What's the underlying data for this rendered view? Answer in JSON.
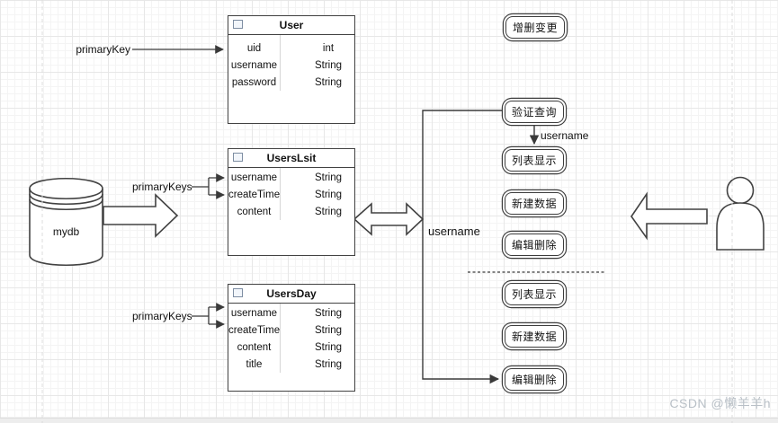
{
  "diagram": {
    "database": {
      "label": "mydb"
    },
    "tables": [
      {
        "title": "User",
        "rows": [
          {
            "field": "uid",
            "type": "int"
          },
          {
            "field": "username",
            "type": "String"
          },
          {
            "field": "password",
            "type": "String"
          }
        ]
      },
      {
        "title": "UsersLsit",
        "rows": [
          {
            "field": "username",
            "type": "String"
          },
          {
            "field": "createTime",
            "type": "String"
          },
          {
            "field": "content",
            "type": "String"
          }
        ]
      },
      {
        "title": "UsersDay",
        "rows": [
          {
            "field": "username",
            "type": "String"
          },
          {
            "field": "createTime",
            "type": "String"
          },
          {
            "field": "content",
            "type": "String"
          },
          {
            "field": "title",
            "type": "String"
          }
        ]
      }
    ],
    "labels": {
      "primary_key": "primaryKey",
      "primary_keys_list": "primaryKeys",
      "primary_keys_day": "primaryKeys",
      "username_top": "username",
      "username_mid": "username"
    },
    "actions": [
      {
        "label": "增删变更"
      },
      {
        "label": "验证查询"
      },
      {
        "label": "列表显示"
      },
      {
        "label": "新建数据"
      },
      {
        "label": "编辑删除"
      },
      {
        "label": "列表显示"
      },
      {
        "label": "新建数据"
      },
      {
        "label": "编辑删除"
      }
    ]
  },
  "watermark": {
    "text": "CSDN @懒羊羊h"
  },
  "colors": {
    "shape_stroke": "#424242",
    "watermark": "#b9c0c7"
  }
}
